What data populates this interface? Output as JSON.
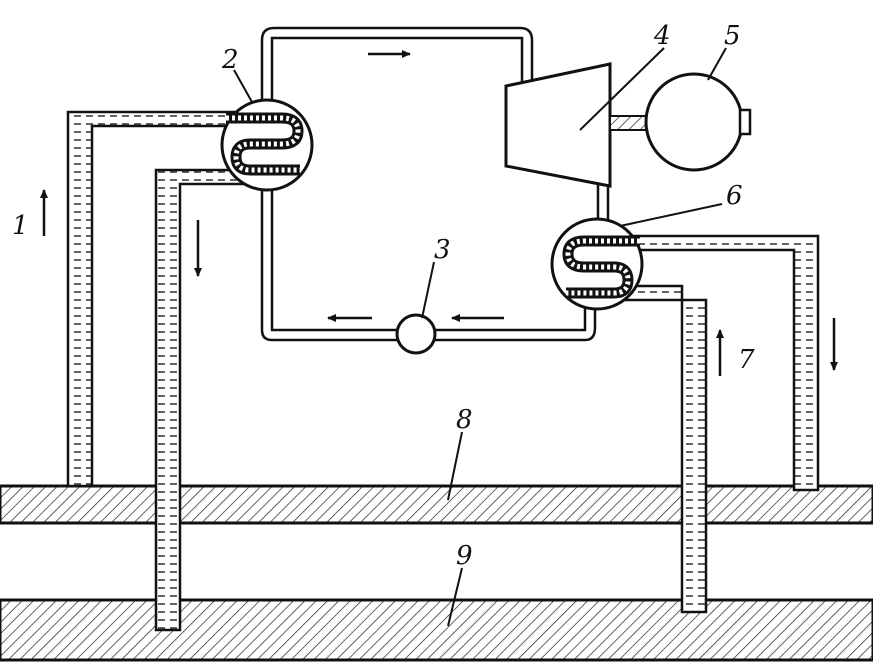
{
  "diagram": {
    "labels": {
      "l1": "1",
      "l2": "2",
      "l3": "3",
      "l4": "4",
      "l5": "5",
      "l6": "6",
      "l7": "7",
      "l8": "8",
      "l9": "9"
    },
    "colors": {
      "ink": "#111111",
      "paper": "#ffffff"
    }
  }
}
